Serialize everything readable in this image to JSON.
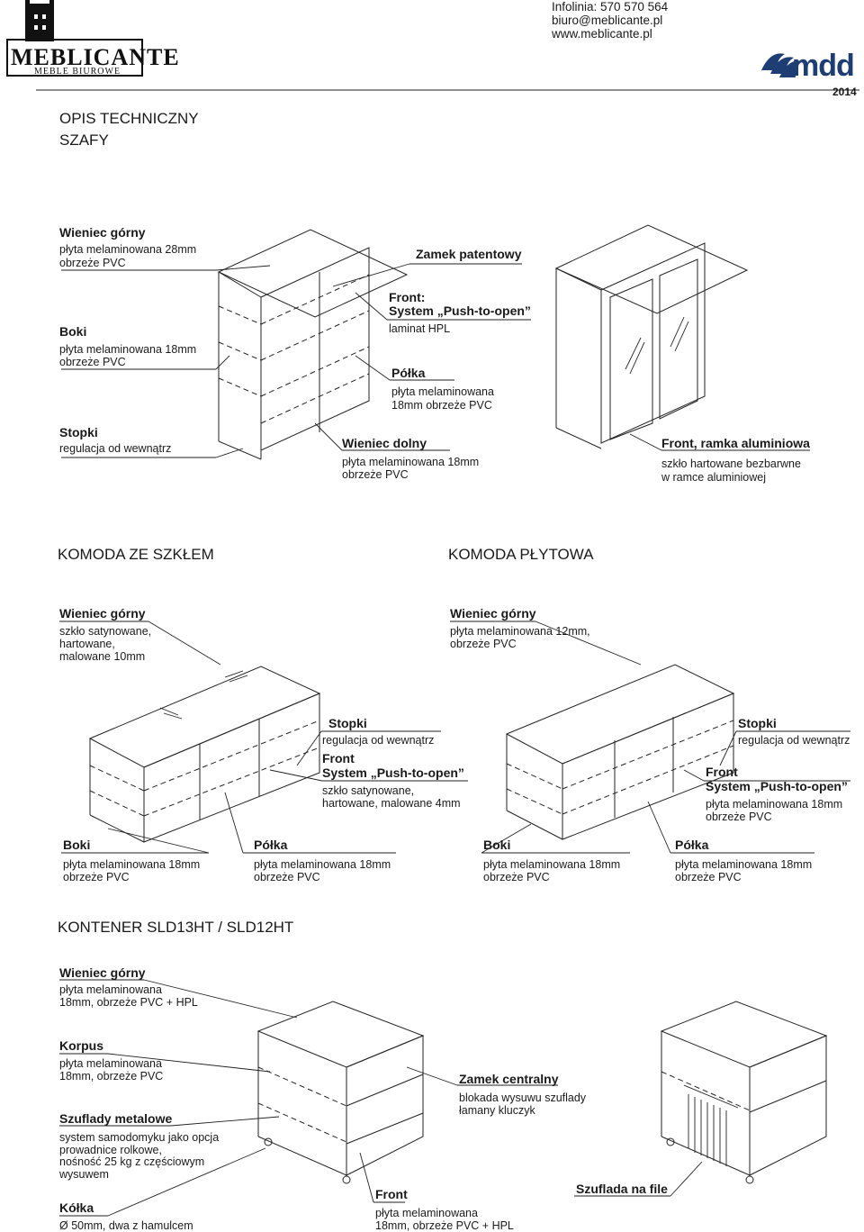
{
  "header": {
    "infolinia": "Infolinia: 570 570 564",
    "email": "biuro@meblicante.pl",
    "www": "www.meblicante.pl",
    "year": "2014",
    "logo_name": "MEBLICANTE",
    "logo_sub": "MEBLE BIUROWE",
    "brand2": "mdd"
  },
  "title": {
    "line1": "OPIS TECHNICZNY",
    "line2": "SZAFY"
  },
  "szafy": {
    "wieniec_gorny": {
      "t": "Wieniec górny",
      "d1": "płyta melaminowana 28mm",
      "d2": "obrzeże PVC"
    },
    "boki": {
      "t": "Boki",
      "d1": "płyta melaminowana 18mm",
      "d2": "obrzeże PVC"
    },
    "stopki": {
      "t": "Stopki",
      "d1": "regulacja od wewnątrz"
    },
    "zamek": {
      "t": "Zamek patentowy"
    },
    "front": {
      "t1": "Front:",
      "t2": "System „Push-to-open”",
      "d1": "laminat HPL"
    },
    "polka": {
      "t": "Półka",
      "d1": "płyta melaminowana",
      "d2": "18mm obrzeże PVC"
    },
    "wieniec_dolny": {
      "t": "Wieniec dolny",
      "d1": "płyta melaminowana 18mm",
      "d2": "obrzeże PVC"
    },
    "front_ramka": {
      "t": "Front, ramka aluminiowa",
      "d1": "szkło hartowane bezbarwne",
      "d2": "w ramce aluminiowej"
    }
  },
  "komoda": {
    "title_szklo": "KOMODA ZE SZKŁEM",
    "title_plyta": "KOMODA PŁYTOWA",
    "a_wieniec": {
      "t": "Wieniec górny",
      "d1": "szkło satynowane,",
      "d2": "hartowane,",
      "d3": "malowane 10mm"
    },
    "a_stopki": {
      "t": "Stopki",
      "d1": "regulacja od wewnątrz"
    },
    "a_front": {
      "t1": "Front",
      "t2": "System „Push-to-open”",
      "d1": "szkło satynowane,",
      "d2": "hartowane, malowane 4mm"
    },
    "a_boki": {
      "t": "Boki",
      "d1": "płyta melaminowana 18mm",
      "d2": "obrzeże PVC"
    },
    "a_polka": {
      "t": "Półka",
      "d1": "płyta melaminowana 18mm",
      "d2": "obrzeże PVC"
    },
    "b_wieniec": {
      "t": "Wieniec górny",
      "d1": "płyta melaminowana 12mm,",
      "d2": "obrzeże PVC"
    },
    "b_stopki": {
      "t": "Stopki",
      "d1": "regulacja od wewnątrz"
    },
    "b_front": {
      "t1": "Front",
      "t2": "System „Push-to-open”",
      "d1": "płyta melaminowana 18mm",
      "d2": "obrzeże PVC"
    },
    "b_boki": {
      "t": "Boki",
      "d1": "płyta melaminowana 18mm",
      "d2": "obrzeże PVC"
    },
    "b_polka": {
      "t": "Półka",
      "d1": "płyta melaminowana 18mm",
      "d2": "obrzeże PVC"
    }
  },
  "kontener": {
    "title": "KONTENER SLD13HT / SLD12HT",
    "wieniec": {
      "t": "Wieniec górny",
      "d1": "płyta melaminowana",
      "d2": "18mm, obrzeże PVC + HPL"
    },
    "korpus": {
      "t": "Korpus",
      "d1": "płyta melaminowana",
      "d2": "18mm, obrzeże PVC"
    },
    "szuflady": {
      "t": "Szuflady metalowe",
      "d1": "system samodomyku jako opcja",
      "d2": "prowadnice rolkowe,",
      "d3": "nośność 25 kg z częściowym",
      "d4": "wysuwem"
    },
    "kolka": {
      "t": "Kółka",
      "d1": "Ø 50mm, dwa z hamulcem"
    },
    "zamek": {
      "t": "Zamek centralny",
      "d1": "blokada wysuwu szuflady",
      "d2": "łamany kluczyk"
    },
    "front": {
      "t": "Front",
      "d1": "płyta melaminowana",
      "d2": "18mm, obrzeże PVC + HPL"
    },
    "szuflada_file": {
      "t": "Szuflada na file"
    }
  }
}
